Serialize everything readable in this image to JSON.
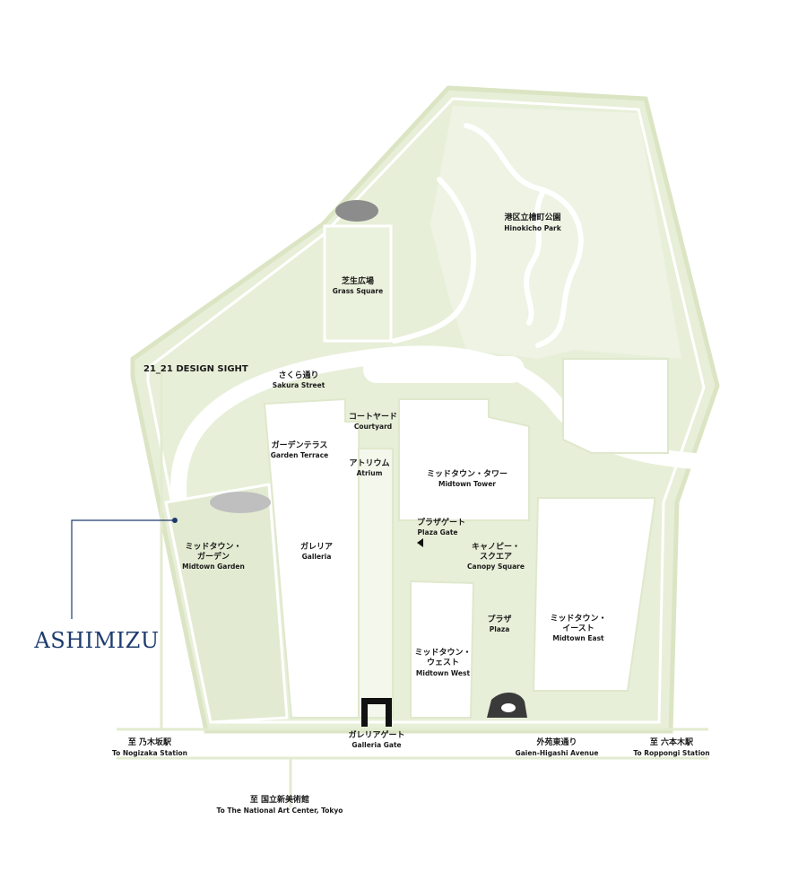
{
  "map": {
    "brand": "ASHIMIZU",
    "colors": {
      "ground": "#e6eed7",
      "ground_light": "#eef3e3",
      "building": "#ffffff",
      "building_edge": "#dfe8cc",
      "road": "#ffffff",
      "outline": "#dbe5c4",
      "marker": "#1d3b6e",
      "gate": "#111111",
      "feature_dark": "#3a3a3a",
      "feature_grey": "#8c8c8c"
    },
    "places": {
      "hinokicho": {
        "jp": "港区立檜町公園",
        "en": "Hinokicho Park"
      },
      "grass": {
        "jp": "芝生広場",
        "en": "Grass Square"
      },
      "design_sight": {
        "name": "21_21 DESIGN SIGHT"
      },
      "sakura": {
        "jp": "さくら通り",
        "en": "Sakura Street"
      },
      "courtyard": {
        "jp": "コートヤード",
        "en": "Courtyard"
      },
      "garden_terrace": {
        "jp": "ガーデンテラス",
        "en": "Garden Terrace"
      },
      "atrium": {
        "jp": "アトリウム",
        "en": "Atrium"
      },
      "tower": {
        "jp": "ミッドタウン・タワー",
        "en": "Midtown Tower"
      },
      "plaza_gate": {
        "jp": "プラザゲート",
        "en": "Plaza Gate"
      },
      "midtown_garden": {
        "jp1": "ミッドタウン・",
        "jp2": "ガーデン",
        "en": "Midtown Garden"
      },
      "galleria": {
        "jp": "ガレリア",
        "en": "Galleria"
      },
      "canopy": {
        "jp1": "キャノピー・",
        "jp2": "スクエア",
        "en": "Canopy Square"
      },
      "plaza": {
        "jp": "プラザ",
        "en": "Plaza"
      },
      "midtown_east": {
        "jp1": "ミッドタウン・",
        "jp2": "イースト",
        "en": "Midtown East"
      },
      "midtown_west": {
        "jp1": "ミッドタウン・",
        "jp2": "ウェスト",
        "en": "Midtown West"
      },
      "galleria_gate": {
        "jp": "ガレリアゲート",
        "en": "Galleria Gate"
      }
    },
    "directions": {
      "nogizaka": {
        "jp": "至 乃木坂駅",
        "en": "To Nogizaka Station"
      },
      "gaien": {
        "jp": "外苑東通り",
        "en": "Gaien-Higashi Avenue"
      },
      "roppongi": {
        "jp": "至 六本木駅",
        "en": "To Roppongi Station"
      },
      "nact": {
        "jp": "至 国立新美術館",
        "en": "To The National Art Center, Tokyo"
      }
    }
  }
}
